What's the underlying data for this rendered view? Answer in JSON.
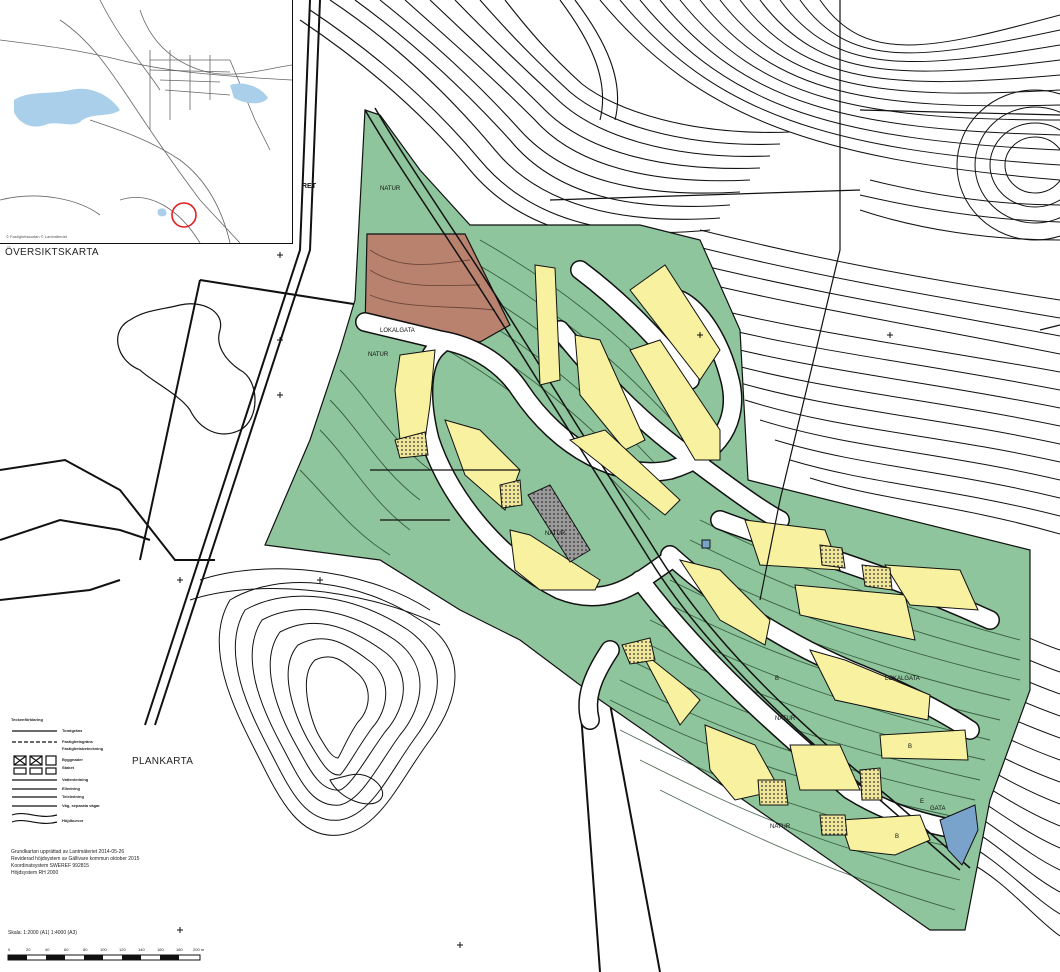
{
  "map": {
    "overview_title": "ÖVERSIKTSKARTA",
    "plan_title": "PLANKARTA",
    "inset_copyright": "© Fastighetskartan © Lantmäteriet",
    "labels": {
      "lokalgata_1": "LOKALGATA",
      "lokalgata_2": "LOKALGATA",
      "natur_1": "NATUR",
      "natur_2": "NATUR",
      "natur_3": "NATUR",
      "natur_4": "NATUR",
      "natur_5": "NATUR",
      "b_1": "B",
      "b_2": "B",
      "b_3": "B",
      "ret": "RET",
      "e_label": "E",
      "gatan": "GATA"
    },
    "legend": {
      "heading": "Teckenförklaring",
      "items": [
        "Tomtgräns",
        "Fastighetsgräns",
        "Fastighetsbeteckning",
        "Byggnader",
        "Staket",
        "Vattenledning",
        "Elledning",
        "Teleledning",
        "Väg, separata vägar",
        "Höjdkurvor"
      ]
    },
    "notes": [
      "Grundkartan upprättad av Lantmäteriet 2014-05-26",
      "Reviderad höjdsystem av Gällivare kommun oktober 2015",
      "Koordinatsystem SWEREF 992815",
      "Höjdsystem RH 2000"
    ],
    "scale_text": "Skala: 1:2000 (A1) 1:4000 (A3)",
    "scale_ticks": [
      "0",
      "20",
      "40",
      "60",
      "80",
      "100",
      "120",
      "140",
      "160",
      "180",
      "200 m"
    ],
    "colors": {
      "natur_green": "#8fc59c",
      "residential_yellow": "#f7f1a0",
      "brown_zone": "#b9826f",
      "blue_zone": "#7aa3cc",
      "grey_zone": "#9a9a9a",
      "contour": "#111111"
    }
  }
}
